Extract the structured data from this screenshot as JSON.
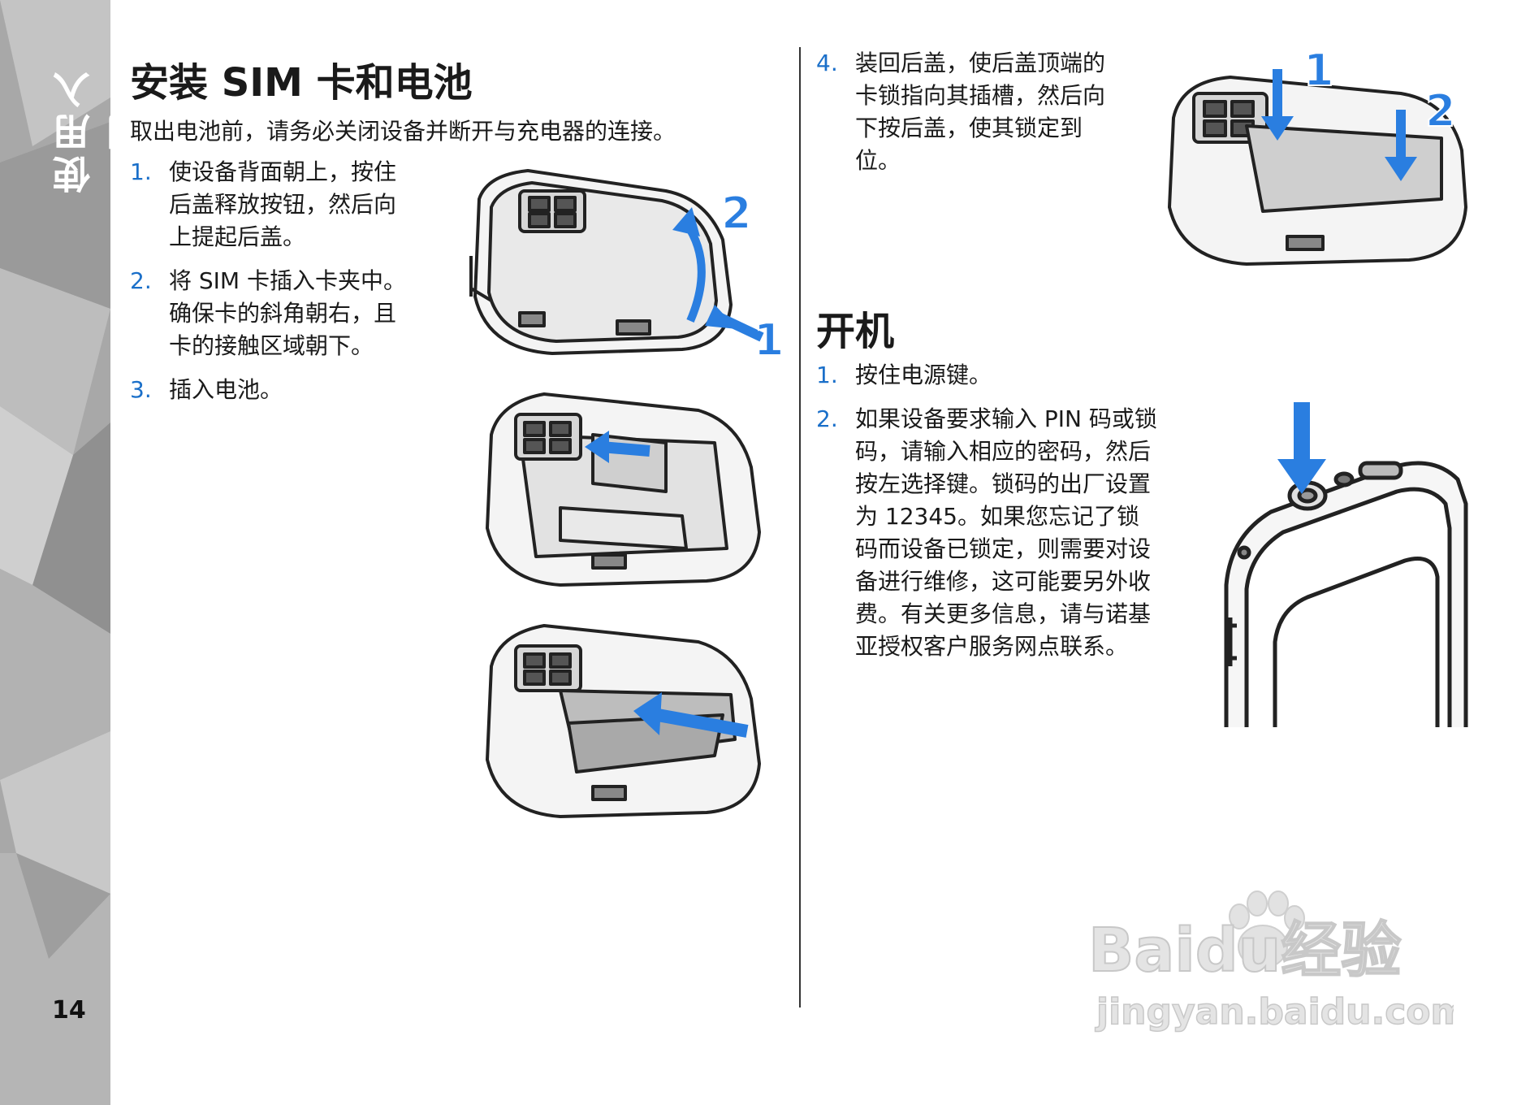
{
  "sidebar": {
    "label": "使用入门",
    "page_number": "14"
  },
  "left": {
    "title": "安装 SIM 卡和电池",
    "intro": "取出电池前，请务必关闭设备并断开与充电器的连接。",
    "steps": [
      {
        "num": "1.",
        "lines": [
          "使设备背面朝上，按住",
          "后盖释放按钮，然后向",
          "上提起后盖。"
        ]
      },
      {
        "num": "2.",
        "lines": [
          "将 SIM 卡插入卡夹中。",
          "确保卡的斜角朝右，且",
          "卡的接触区域朝下。"
        ]
      },
      {
        "num": "3.",
        "lines": [
          "插入电池。"
        ]
      }
    ],
    "fig1_callouts": {
      "a": "1",
      "b": "2"
    }
  },
  "right": {
    "step4": {
      "num": "4.",
      "lines": [
        "装回后盖，使后盖顶端的",
        "卡锁指向其插槽，然后向",
        "下按后盖，使其锁定到",
        "位。"
      ]
    },
    "fig4_callouts": {
      "a": "1",
      "b": "2"
    },
    "title": "开机",
    "steps": [
      {
        "num": "1.",
        "lines": [
          "按住电源键。"
        ]
      },
      {
        "num": "2.",
        "lines": [
          "如果设备要求输入 PIN 码或锁",
          "码，请输入相应的密码，然后",
          "按左选择键。锁码的出厂设置",
          "为 12345。如果您忘记了锁",
          "码而设备已锁定，则需要对设",
          "备进行维修，这可能要另外收",
          "费。有关更多信息，请与诺基",
          "亚授权客户服务网点联系。"
        ]
      }
    ]
  },
  "watermark": {
    "brand": "Baidu经验",
    "url": "jingyan.baidu.com"
  },
  "colors": {
    "accent": "#1a6fc9",
    "arrow": "#2a7ee0",
    "sidebar": "#a9a9a9"
  }
}
